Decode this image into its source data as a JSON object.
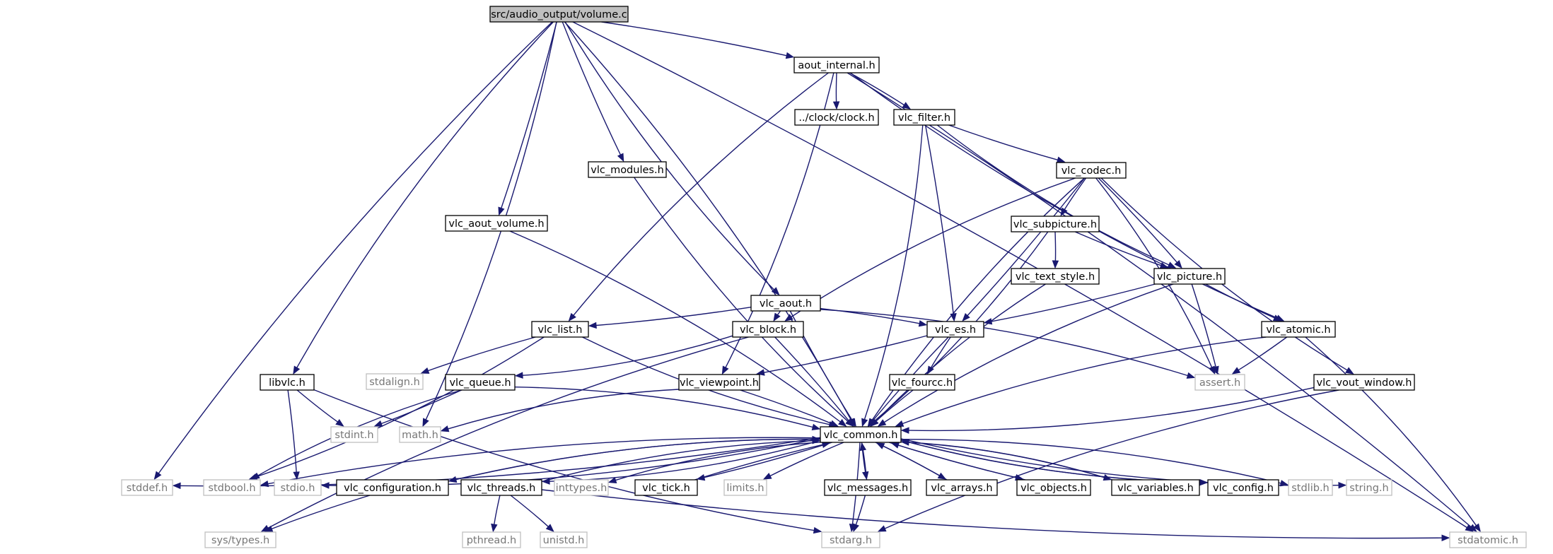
{
  "diagram": {
    "type": "include-dependency-graph",
    "colors": {
      "edge": "#191970",
      "local_border": "#000000",
      "system_border": "#bfbfbf",
      "system_text": "#777777",
      "root_fill": "#bfbfbf",
      "fill": "#ffffff"
    },
    "nodes": [
      {
        "id": "root",
        "label": "src/audio_output/volume.c",
        "kind": "root"
      },
      {
        "id": "aout_internal",
        "label": "aout_internal.h",
        "kind": "local"
      },
      {
        "id": "clock",
        "label": "../clock/clock.h",
        "kind": "local"
      },
      {
        "id": "vlc_filter",
        "label": "vlc_filter.h",
        "kind": "local"
      },
      {
        "id": "vlc_modules",
        "label": "vlc_modules.h",
        "kind": "local"
      },
      {
        "id": "vlc_codec",
        "label": "vlc_codec.h",
        "kind": "local"
      },
      {
        "id": "vlc_aout_volume",
        "label": "vlc_aout_volume.h",
        "kind": "local"
      },
      {
        "id": "vlc_subpicture",
        "label": "vlc_subpicture.h",
        "kind": "local"
      },
      {
        "id": "vlc_text_style",
        "label": "vlc_text_style.h",
        "kind": "local"
      },
      {
        "id": "vlc_picture",
        "label": "vlc_picture.h",
        "kind": "local"
      },
      {
        "id": "vlc_aout",
        "label": "vlc_aout.h",
        "kind": "local"
      },
      {
        "id": "vlc_list",
        "label": "vlc_list.h",
        "kind": "local"
      },
      {
        "id": "vlc_block",
        "label": "vlc_block.h",
        "kind": "local"
      },
      {
        "id": "vlc_es",
        "label": "vlc_es.h",
        "kind": "local"
      },
      {
        "id": "vlc_atomic",
        "label": "vlc_atomic.h",
        "kind": "local"
      },
      {
        "id": "stdalign",
        "label": "stdalign.h",
        "kind": "system"
      },
      {
        "id": "libvlc",
        "label": "libvlc.h",
        "kind": "local"
      },
      {
        "id": "vlc_queue",
        "label": "vlc_queue.h",
        "kind": "local"
      },
      {
        "id": "vlc_viewpoint",
        "label": "vlc_viewpoint.h",
        "kind": "local"
      },
      {
        "id": "vlc_fourcc",
        "label": "vlc_fourcc.h",
        "kind": "local"
      },
      {
        "id": "assert",
        "label": "assert.h",
        "kind": "system"
      },
      {
        "id": "vlc_vout_window",
        "label": "vlc_vout_window.h",
        "kind": "local"
      },
      {
        "id": "stdint",
        "label": "stdint.h",
        "kind": "system"
      },
      {
        "id": "math",
        "label": "math.h",
        "kind": "system"
      },
      {
        "id": "vlc_common",
        "label": "vlc_common.h",
        "kind": "local"
      },
      {
        "id": "stddef",
        "label": "stddef.h",
        "kind": "system"
      },
      {
        "id": "stdbool",
        "label": "stdbool.h",
        "kind": "system"
      },
      {
        "id": "stdio",
        "label": "stdio.h",
        "kind": "system"
      },
      {
        "id": "vlc_configuration",
        "label": "vlc_configuration.h",
        "kind": "local"
      },
      {
        "id": "vlc_threads",
        "label": "vlc_threads.h",
        "kind": "local"
      },
      {
        "id": "inttypes",
        "label": "inttypes.h",
        "kind": "system"
      },
      {
        "id": "vlc_tick",
        "label": "vlc_tick.h",
        "kind": "local"
      },
      {
        "id": "limits",
        "label": "limits.h",
        "kind": "system"
      },
      {
        "id": "vlc_messages",
        "label": "vlc_messages.h",
        "kind": "local"
      },
      {
        "id": "vlc_arrays",
        "label": "vlc_arrays.h",
        "kind": "local"
      },
      {
        "id": "vlc_objects",
        "label": "vlc_objects.h",
        "kind": "local"
      },
      {
        "id": "vlc_variables",
        "label": "vlc_variables.h",
        "kind": "local"
      },
      {
        "id": "vlc_config",
        "label": "vlc_config.h",
        "kind": "local"
      },
      {
        "id": "stdlib",
        "label": "stdlib.h",
        "kind": "system"
      },
      {
        "id": "string",
        "label": "string.h",
        "kind": "system"
      },
      {
        "id": "sys_types",
        "label": "sys/types.h",
        "kind": "system"
      },
      {
        "id": "pthread",
        "label": "pthread.h",
        "kind": "system"
      },
      {
        "id": "unistd",
        "label": "unistd.h",
        "kind": "system"
      },
      {
        "id": "stdarg",
        "label": "stdarg.h",
        "kind": "system"
      },
      {
        "id": "stdatomic",
        "label": "stdatomic.h",
        "kind": "system"
      }
    ],
    "edges": [
      [
        "root",
        "aout_internal"
      ],
      [
        "root",
        "libvlc"
      ],
      [
        "root",
        "math"
      ],
      [
        "root",
        "stddef"
      ],
      [
        "root",
        "vlc_common"
      ],
      [
        "root",
        "vlc_modules"
      ],
      [
        "root",
        "vlc_aout_volume"
      ],
      [
        "root",
        "vlc_aout"
      ],
      [
        "root",
        "stdatomic"
      ],
      [
        "aout_internal",
        "clock"
      ],
      [
        "aout_internal",
        "vlc_filter"
      ],
      [
        "aout_internal",
        "vlc_list"
      ],
      [
        "aout_internal",
        "vlc_viewpoint"
      ],
      [
        "aout_internal",
        "vlc_atomic"
      ],
      [
        "aout_internal",
        "stdatomic"
      ],
      [
        "vlc_filter",
        "vlc_codec"
      ],
      [
        "vlc_filter",
        "vlc_es"
      ],
      [
        "vlc_filter",
        "vlc_picture"
      ],
      [
        "vlc_filter",
        "vlc_common"
      ],
      [
        "vlc_modules",
        "vlc_common"
      ],
      [
        "vlc_aout_volume",
        "vlc_common"
      ],
      [
        "vlc_codec",
        "vlc_subpicture"
      ],
      [
        "vlc_codec",
        "vlc_picture"
      ],
      [
        "vlc_codec",
        "vlc_block"
      ],
      [
        "vlc_codec",
        "vlc_es"
      ],
      [
        "vlc_codec",
        "vlc_common"
      ],
      [
        "vlc_codec",
        "assert"
      ],
      [
        "vlc_codec",
        "vlc_vout_window"
      ],
      [
        "vlc_subpicture",
        "vlc_text_style"
      ],
      [
        "vlc_subpicture",
        "vlc_picture"
      ],
      [
        "vlc_subpicture",
        "vlc_common"
      ],
      [
        "vlc_text_style",
        "vlc_common"
      ],
      [
        "vlc_picture",
        "vlc_es"
      ],
      [
        "vlc_picture",
        "vlc_atomic"
      ],
      [
        "vlc_picture",
        "assert"
      ],
      [
        "vlc_picture",
        "vlc_common"
      ],
      [
        "vlc_aout",
        "vlc_list"
      ],
      [
        "vlc_aout",
        "vlc_block"
      ],
      [
        "vlc_aout",
        "vlc_es"
      ],
      [
        "vlc_aout",
        "vlc_common"
      ],
      [
        "vlc_aout",
        "assert"
      ],
      [
        "vlc_list",
        "stdalign"
      ],
      [
        "vlc_list",
        "stdbool"
      ],
      [
        "vlc_list",
        "vlc_common"
      ],
      [
        "vlc_block",
        "vlc_queue"
      ],
      [
        "vlc_block",
        "sys_types"
      ],
      [
        "vlc_block",
        "vlc_common"
      ],
      [
        "vlc_es",
        "vlc_fourcc"
      ],
      [
        "vlc_es",
        "vlc_viewpoint"
      ],
      [
        "vlc_es",
        "vlc_common"
      ],
      [
        "vlc_atomic",
        "assert"
      ],
      [
        "vlc_atomic",
        "vlc_common"
      ],
      [
        "vlc_atomic",
        "stdatomic"
      ],
      [
        "libvlc",
        "stdint"
      ],
      [
        "libvlc",
        "stdio"
      ],
      [
        "libvlc",
        "stdarg"
      ],
      [
        "vlc_queue",
        "stdint"
      ],
      [
        "vlc_queue",
        "stdbool"
      ],
      [
        "vlc_queue",
        "vlc_common"
      ],
      [
        "vlc_viewpoint",
        "math"
      ],
      [
        "vlc_viewpoint",
        "vlc_common"
      ],
      [
        "vlc_fourcc",
        "vlc_common"
      ],
      [
        "vlc_vout_window",
        "vlc_common"
      ],
      [
        "vlc_vout_window",
        "stdarg"
      ],
      [
        "vlc_common",
        "stddef"
      ],
      [
        "vlc_common",
        "stdbool"
      ],
      [
        "vlc_common",
        "stdio"
      ],
      [
        "vlc_common",
        "vlc_configuration"
      ],
      [
        "vlc_common",
        "vlc_threads"
      ],
      [
        "vlc_common",
        "inttypes"
      ],
      [
        "vlc_common",
        "vlc_tick"
      ],
      [
        "vlc_common",
        "limits"
      ],
      [
        "vlc_common",
        "stdarg"
      ],
      [
        "vlc_common",
        "vlc_messages"
      ],
      [
        "vlc_common",
        "vlc_arrays"
      ],
      [
        "vlc_common",
        "vlc_objects"
      ],
      [
        "vlc_common",
        "vlc_variables"
      ],
      [
        "vlc_common",
        "vlc_config"
      ],
      [
        "vlc_common",
        "stdlib"
      ],
      [
        "vlc_common",
        "string"
      ],
      [
        "vlc_configuration",
        "vlc_common"
      ],
      [
        "vlc_configuration",
        "sys_types"
      ],
      [
        "vlc_threads",
        "vlc_common"
      ],
      [
        "vlc_threads",
        "pthread"
      ],
      [
        "vlc_threads",
        "unistd"
      ],
      [
        "vlc_threads",
        "stdatomic"
      ],
      [
        "vlc_tick",
        "vlc_common"
      ],
      [
        "vlc_messages",
        "vlc_common"
      ],
      [
        "vlc_messages",
        "stdarg"
      ],
      [
        "vlc_arrays",
        "vlc_common"
      ],
      [
        "vlc_objects",
        "vlc_common"
      ],
      [
        "vlc_variables",
        "vlc_common"
      ],
      [
        "vlc_config",
        "vlc_common"
      ]
    ]
  }
}
